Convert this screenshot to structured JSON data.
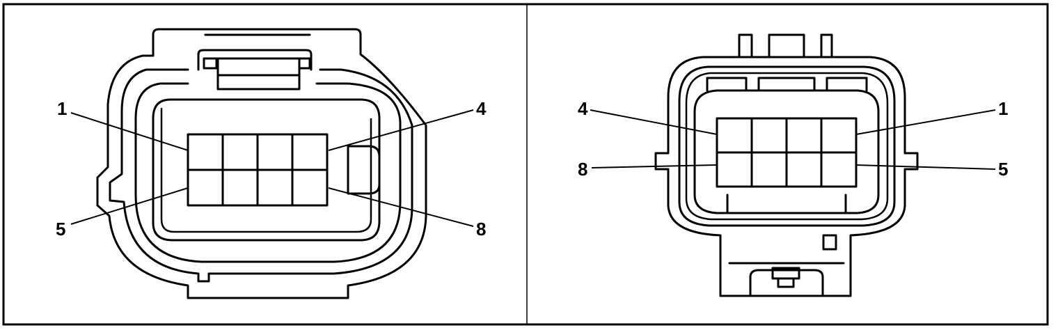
{
  "left_connector": {
    "labels": {
      "top_left": "1",
      "top_right": "4",
      "bottom_left": "5",
      "bottom_right": "8"
    }
  },
  "right_connector": {
    "labels": {
      "top_left": "4",
      "top_right": "1",
      "bottom_left": "8",
      "bottom_right": "5"
    }
  },
  "colors": {
    "line": "#000000",
    "background": "#ffffff"
  }
}
